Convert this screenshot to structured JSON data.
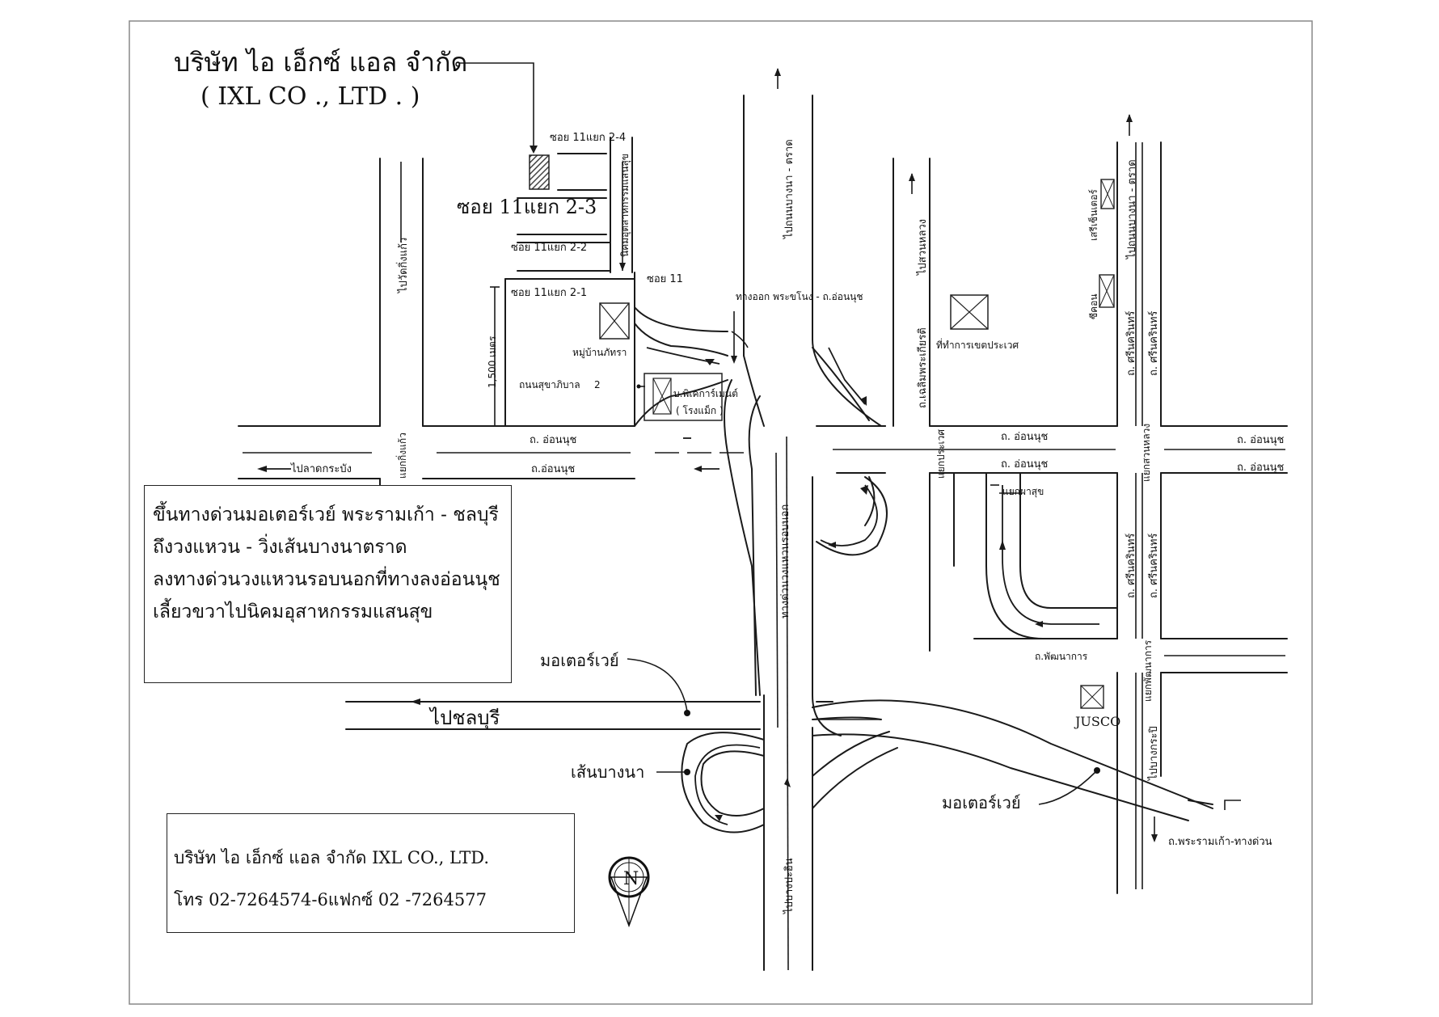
{
  "header": {
    "company_thai": "บริษัท  ไอ เอ็กซ์ แอล จำกัด",
    "company_en": "( IXL CO ., LTD . )"
  },
  "labels": {
    "soi_2_4": "ซอย 11แยก 2-4",
    "soi_2_3": "ซอย 11แยก  2-3",
    "soi_2_2": "ซอย 11แยก 2-2",
    "soi_2_1": "ซอย 11แยก 2-1",
    "soi_11": "ซอย 11",
    "industrial_estate": "นิคมอุตสาหกรรมแสนสุข",
    "to_wat_king_kaew": "ไปวัดกิ่งแก้ว",
    "to_bangna_trad_1": "ไปถนนบางนา - ตราด",
    "to_bangna_trad_2": "ไปถนนบางนา - ตราด",
    "to_suan_luang": "ไปสวนหลวง",
    "chaloem_phrakiat": "ถ.เฉลิมพระเกียรติ",
    "seri_center": "เสรีเซ็นเตอร์",
    "seacon": "ซีคอน",
    "srinakarin_1": "ถ.  ศรีนครินทร์",
    "srinakarin_2": "ถ.  ศรีนครินทร์",
    "srinakarin_3": "ถ.  ศรีนครินทร์",
    "srinakarin_4": "ถ.  ศรีนครินทร์",
    "exit_phrakhanong": "ทางออก พระขโนง - ถ.อ่อนนุช",
    "prawet_district_office": "ที่ทำการเขตประเวศ",
    "moo_ban_phatra": "หมู่บ้านภัทรา",
    "sukhaphiban_2_a": "ถนนสุขาภิบาล",
    "sukhaphiban_2_b": "2",
    "distance": "1,500  เมตร",
    "pikar_garment": "บ.พิเคการ์เมนต์",
    "rong_mak": "( โรงแม็ก  )",
    "on_nut_1": "ถ.  อ่อนนุช",
    "on_nut_2": "ถ.อ่อนนุช",
    "on_nut_3": "ถ.  อ่อนนุช",
    "on_nut_4": "ถ.  อ่อนนุช",
    "on_nut_5": "ถ.  อ่อนนุช",
    "on_nut_6": "ถ.  อ่อนนุช",
    "to_lat_krabang": "ไปลาดกระบัง",
    "yaek_king_kaew": "แยกกิ่งแก้ว",
    "yaek_prawet": "แยกประเวศ",
    "yaek_suan_luang": "แยกสวนหลวง",
    "yaek_pha_suk": "แยกผาสุข",
    "outer_ring_road": "ทางด่วนวงแหวนรอบนอก",
    "phatthanakan": "ถ.พัฒนาการ",
    "yaek_phatthanakan": "แยกพัฒนาการ",
    "jusco": "JUSCO",
    "to_bang_kapi": "ไปบางกระปิ",
    "motorway_1": "มอเตอร์เวย์",
    "motorway_2": "มอเตอร์เวย์",
    "to_chonburi": "ไปชลบุรี",
    "bangna_line": "เส้นบางนา",
    "to_bang_pakong": "ไปบางปะอิน",
    "rama9_expressway": "ถ.พระรามเก้า-ทางด่วน",
    "north": "N"
  },
  "directions": [
    "ขึ้นทางด่วนมอเตอร์เวย์  พระรามเก้า -    ชลบุรี",
    "ถึงวงแหวน -    วิ่งเส้นบางนาตราด",
    "ลงทางด่วนวงแหวนรอบนอกที่ทางลงอ่อนนุช",
    "เลี้ยวขวาไปนิคมอุสาหกรรมแสนสุข"
  ],
  "contact": {
    "line1": "บริษัท  ไอ  เอ็กซ์  แอล  จำกัด     IXL CO., LTD.",
    "line2": "โทร  02-7264574-6แฟกซ์  02 -7264577"
  },
  "colors": {
    "ink": "#1a1a1a",
    "paper": "#ffffff",
    "target_hatch": "#555555"
  }
}
